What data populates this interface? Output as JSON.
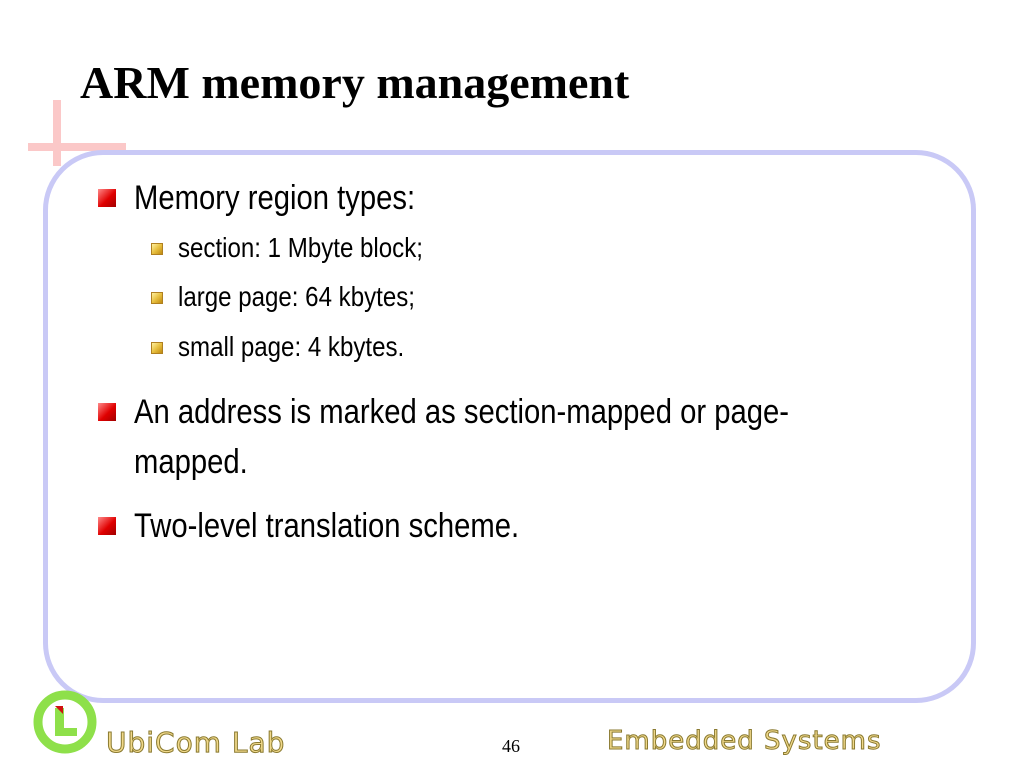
{
  "slide": {
    "title": "ARM memory management",
    "bullets": [
      "Memory region types:",
      "An address is marked as section-mapped or page-",
      "mapped.",
      "Two-level translation scheme."
    ],
    "sub_bullets": [
      "section: 1 Mbyte block;",
      "large page: 64 kbytes;",
      "small page: 4 kbytes."
    ]
  },
  "footer": {
    "lab_name": "UbiCom Lab",
    "page_number": "46",
    "course_name": "Embedded Systems"
  },
  "colors": {
    "panel_border": "#c9c9f6",
    "cross": "#fbc8c8",
    "bullet_red": "#e00000",
    "logo_green": "#8ee04a",
    "footer_text": "#f0d88a"
  }
}
